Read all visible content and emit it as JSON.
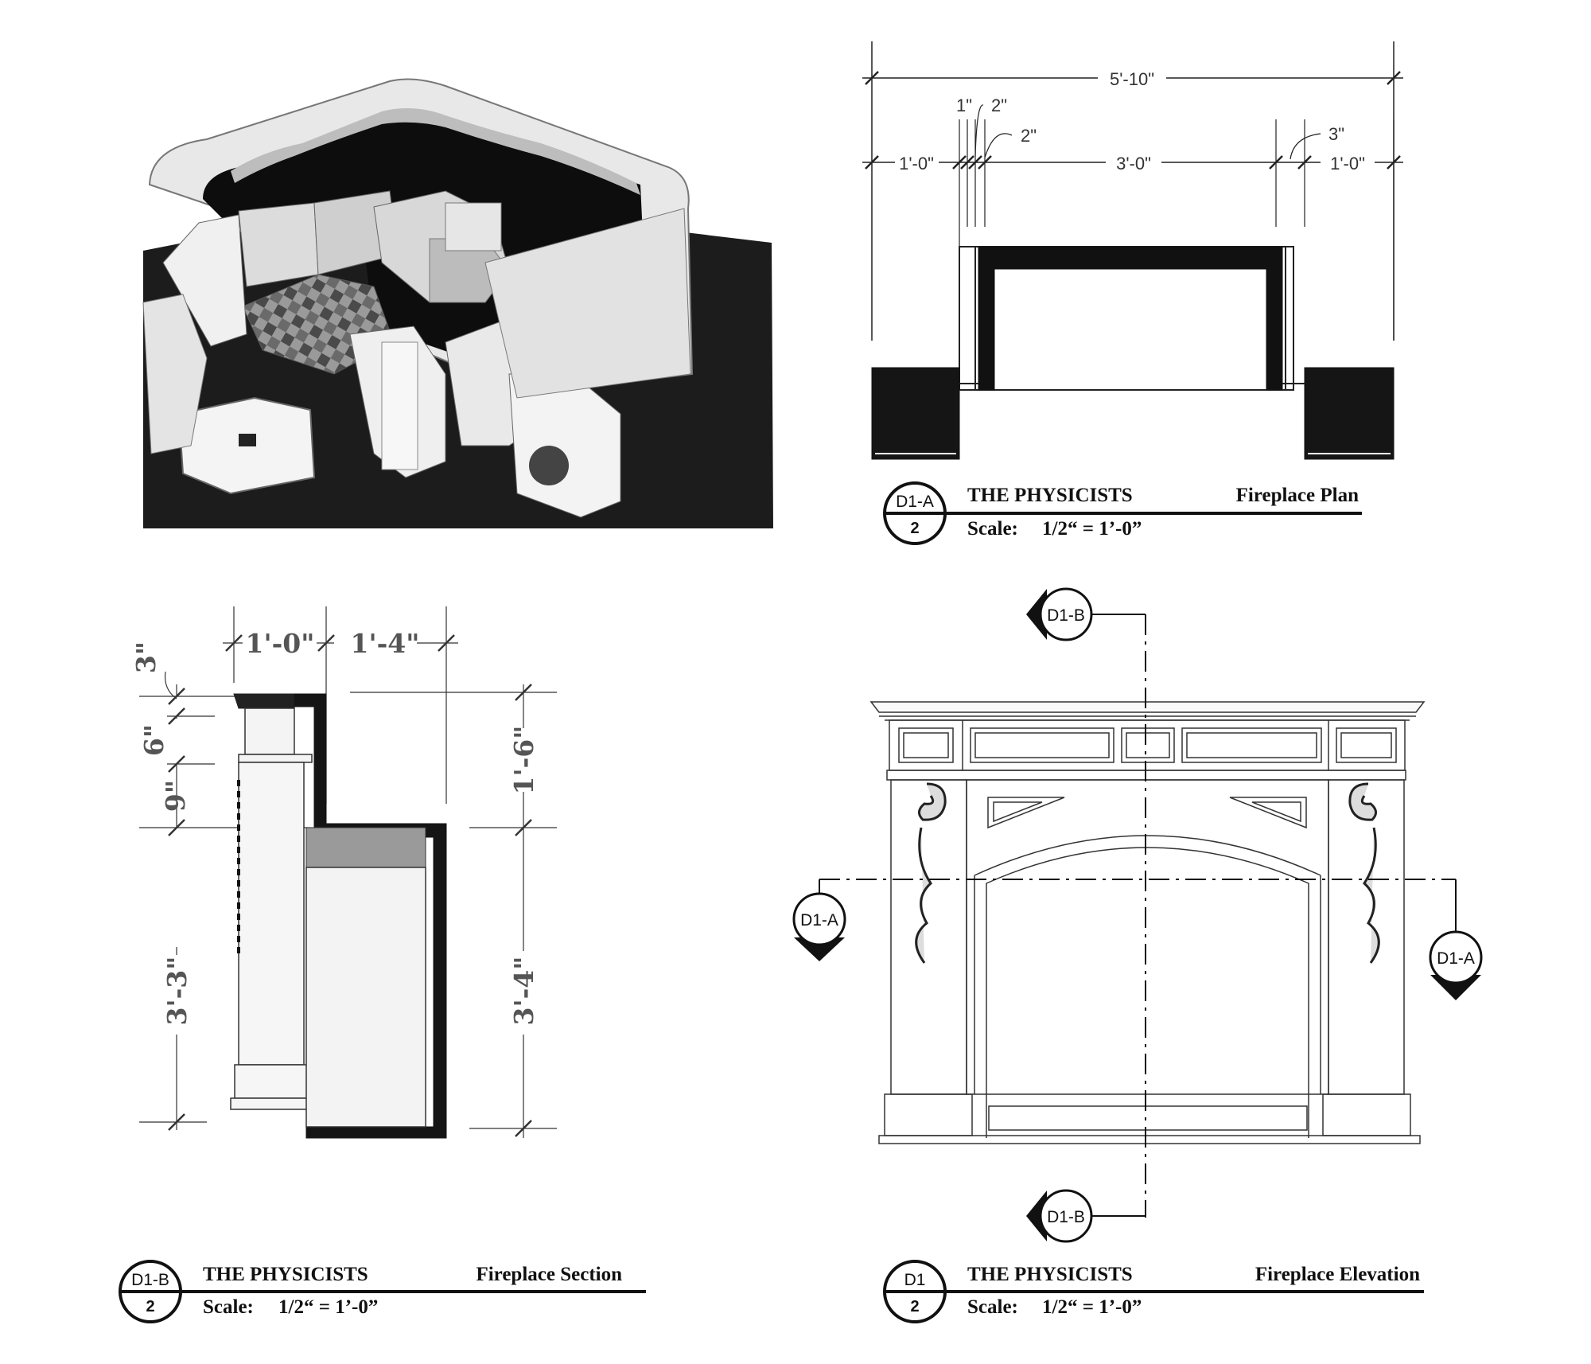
{
  "plan": {
    "overall": "5'-10\"",
    "d_1ft_left": "1'-0\"",
    "d_1in": "1\"",
    "d_2in_a": "2\"",
    "d_2in_b": "2\"",
    "d_3ft": "3'-0\"",
    "d_3in": "3\"",
    "d_1ft_right": "1'-0\"",
    "titleblock": {
      "id": "D1-A",
      "sheet": "2",
      "show": "THE PHYSICISTS",
      "view": "Fireplace Plan",
      "scale_label": "Scale:",
      "scale_value": "1/2“ = 1’-0”"
    }
  },
  "section": {
    "top_1ft": "1'-0\"",
    "top_1ft4": "1'-4\"",
    "d_3in": "3\"",
    "d_6in": "6\"",
    "d_9in": "9\"",
    "d_3ft3": "3'-3\"",
    "d_1ft6": "1'-6\"",
    "d_3ft4": "3'-4\"",
    "titleblock": {
      "id": "D1-B",
      "sheet": "2",
      "show": "THE PHYSICISTS",
      "view": "Fireplace Section",
      "scale_label": "Scale:",
      "scale_value": "1/2“ = 1’-0”"
    }
  },
  "elevation": {
    "tag_top": "D1-B",
    "tag_bottom": "D1-B",
    "tag_left": "D1-A",
    "tag_right": "D1-A",
    "titleblock": {
      "id": "D1",
      "sheet": "2",
      "show": "THE PHYSICISTS",
      "view": "Fireplace Elevation",
      "scale_label": "Scale:",
      "scale_value": "1/2“ = 1’-0”"
    }
  },
  "colors": {
    "ink": "#111111",
    "fill": "#f2f2f2",
    "photo_bg": "#1a1a1a"
  }
}
